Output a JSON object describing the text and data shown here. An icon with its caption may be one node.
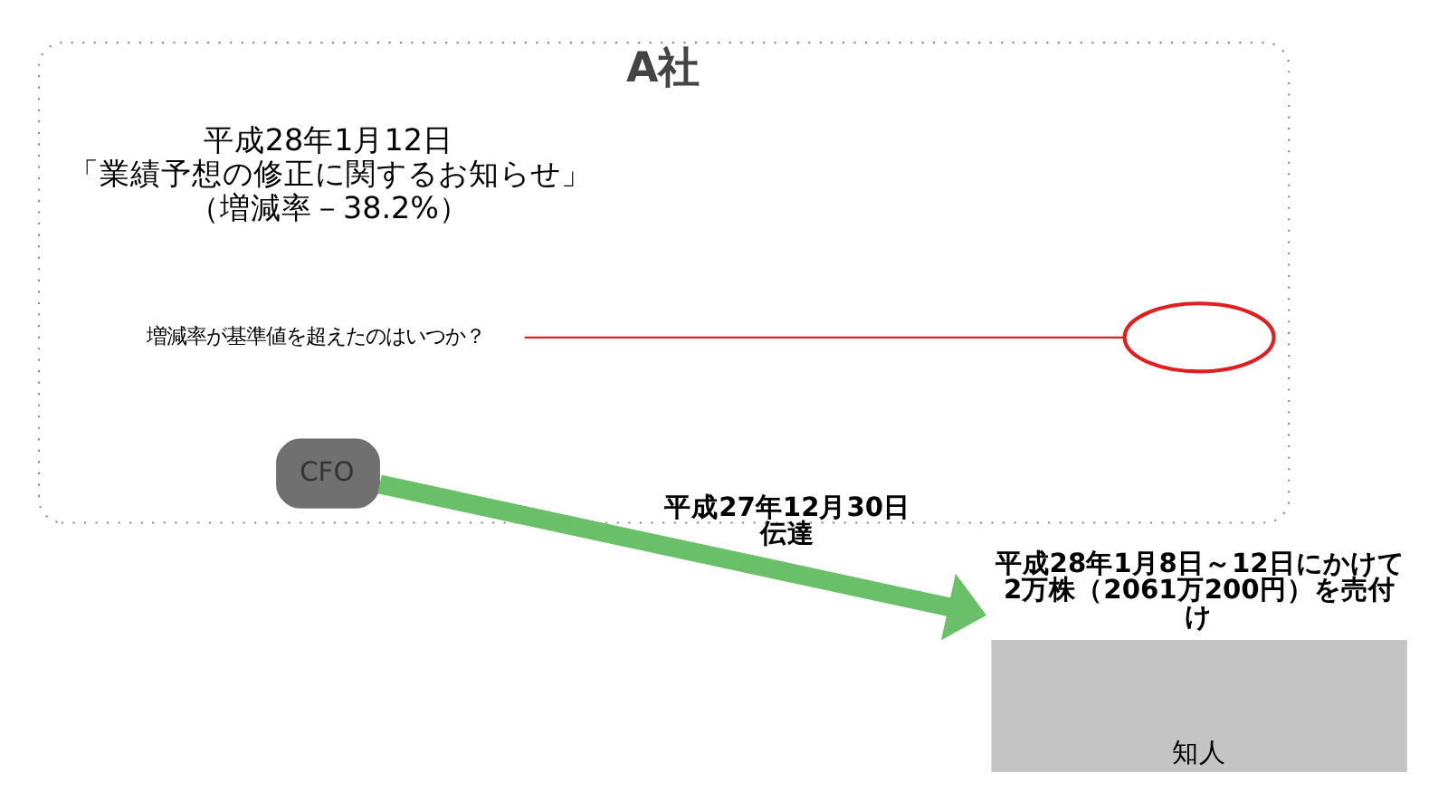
{
  "diagram": {
    "nodes": [
      {
        "text": [
          "A社"
        ]
      },
      {
        "text": [
          "平成28年1月12日",
          "「業績予想の修正に関するお知らせ」",
          "（増減率－38.2%）"
        ],
        "in": 0
      },
      {
        "text": [],
        "shape": "circle",
        "in": 0
      },
      {
        "text": [
          "増減率が基準値を超えたのはいつか？"
        ],
        "in": 0
      },
      {
        "text": [
          "CFO"
        ],
        "in": 0
      },
      {
        "text": [
          "知人"
        ],
        "beside": [
          "平成28年1月8日～12日にかけて2万株（2061万200円）を売付け"
        ]
      }
    ],
    "edges": [
      {
        "from": 3,
        "to": 2,
        "arrow": "none",
        "color": "#e02020"
      },
      {
        "from": 4,
        "to": 5,
        "arrow": "to",
        "label": "平成27年12月30日伝達",
        "style": "thick",
        "color": "#6abf69"
      }
    ]
  }
}
